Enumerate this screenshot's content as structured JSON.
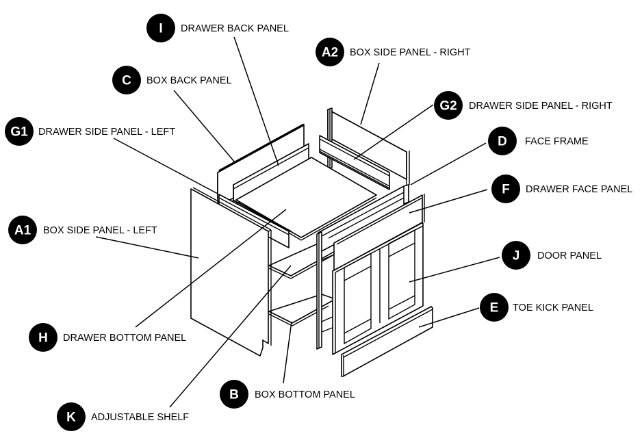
{
  "diagram": {
    "title": "Base cabinet exploded parts diagram",
    "parts": [
      {
        "code": "I",
        "name": "DRAWER BACK PANEL"
      },
      {
        "code": "A2",
        "name": "BOX SIDE PANEL - RIGHT"
      },
      {
        "code": "C",
        "name": "BOX BACK PANEL"
      },
      {
        "code": "G2",
        "name": "DRAWER SIDE PANEL - RIGHT"
      },
      {
        "code": "G1",
        "name": "DRAWER SIDE PANEL - LEFT"
      },
      {
        "code": "D",
        "name": "FACE FRAME"
      },
      {
        "code": "F",
        "name": "DRAWER FACE PANEL"
      },
      {
        "code": "A1",
        "name": "BOX SIDE PANEL - LEFT"
      },
      {
        "code": "J",
        "name": "DOOR PANEL"
      },
      {
        "code": "E",
        "name": "TOE KICK PANEL"
      },
      {
        "code": "H",
        "name": "DRAWER BOTTOM PANEL"
      },
      {
        "code": "B",
        "name": "BOX BOTTOM PANEL"
      },
      {
        "code": "K",
        "name": "ADJUSTABLE SHELF"
      }
    ]
  }
}
